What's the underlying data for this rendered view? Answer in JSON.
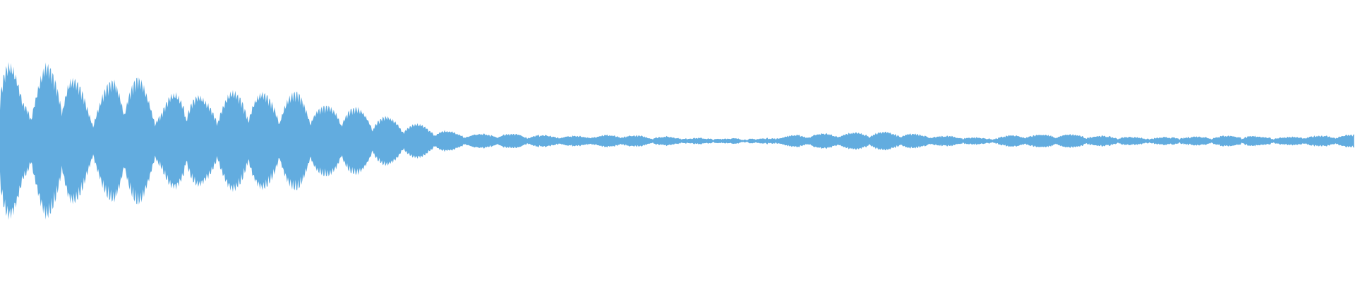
{
  "waveform": {
    "fill_color": "#62acdf",
    "background": "#ffffff",
    "amplitude_envelope": [
      0.92,
      0.35,
      0.62,
      0.58,
      0.3,
      0.53,
      0.52,
      0.28,
      0.47,
      0.32,
      0.39,
      0.41,
      0.36,
      0.4,
      0.28,
      0.3,
      0.24,
      0.18,
      0.14,
      0.1,
      0.055,
      0.05,
      0.055,
      0.045,
      0.04,
      0.035,
      0.04,
      0.045,
      0.035,
      0.03,
      0.02,
      0.015,
      0.015,
      0.01,
      0.03,
      0.05,
      0.055,
      0.06,
      0.07,
      0.065,
      0.05,
      0.035,
      0.03,
      0.015,
      0.04,
      0.045,
      0.05,
      0.045,
      0.035,
      0.03,
      0.02,
      0.025,
      0.03,
      0.035,
      0.04,
      0.03,
      0.025,
      0.035,
      0.04,
      0.045
    ]
  }
}
